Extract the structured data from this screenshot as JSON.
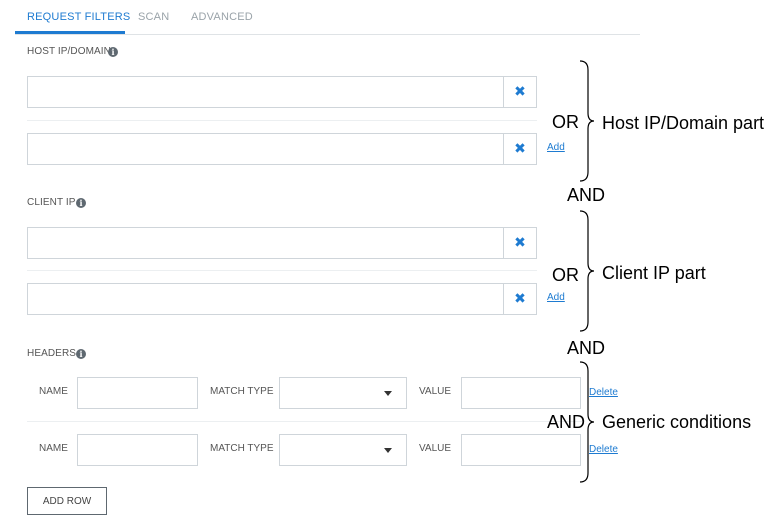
{
  "tabs": [
    {
      "label": "REQUEST FILTERS",
      "active": true
    },
    {
      "label": "SCAN",
      "active": false
    },
    {
      "label": "ADVANCED",
      "active": false
    }
  ],
  "host_section": {
    "label": "HOST IP/DOMAIN",
    "rows": [
      {
        "value": ""
      },
      {
        "value": ""
      }
    ],
    "add_label": "Add"
  },
  "client_section": {
    "label": "CLIENT IP",
    "rows": [
      {
        "value": ""
      },
      {
        "value": ""
      }
    ],
    "add_label": "Add"
  },
  "headers_section": {
    "label": "HEADERS",
    "name_label": "NAME",
    "match_type_label": "MATCH TYPE",
    "value_label": "VALUE",
    "delete_label": "Delete",
    "rows": [
      {
        "name": "",
        "match_type": "",
        "value": ""
      },
      {
        "name": "",
        "match_type": "",
        "value": ""
      }
    ],
    "add_row_label": "ADD ROW"
  },
  "annotations": {
    "or_1": "OR",
    "host_part": "Host IP/Domain part",
    "and_1": "AND",
    "or_2": "OR",
    "client_part": "Client IP part",
    "and_2": "AND",
    "and_3": "AND",
    "generic": "Generic conditions"
  },
  "icons": {
    "clear": "✖",
    "info": "i"
  },
  "colors": {
    "accent": "#1e7bd1",
    "border": "#cfd5da"
  }
}
